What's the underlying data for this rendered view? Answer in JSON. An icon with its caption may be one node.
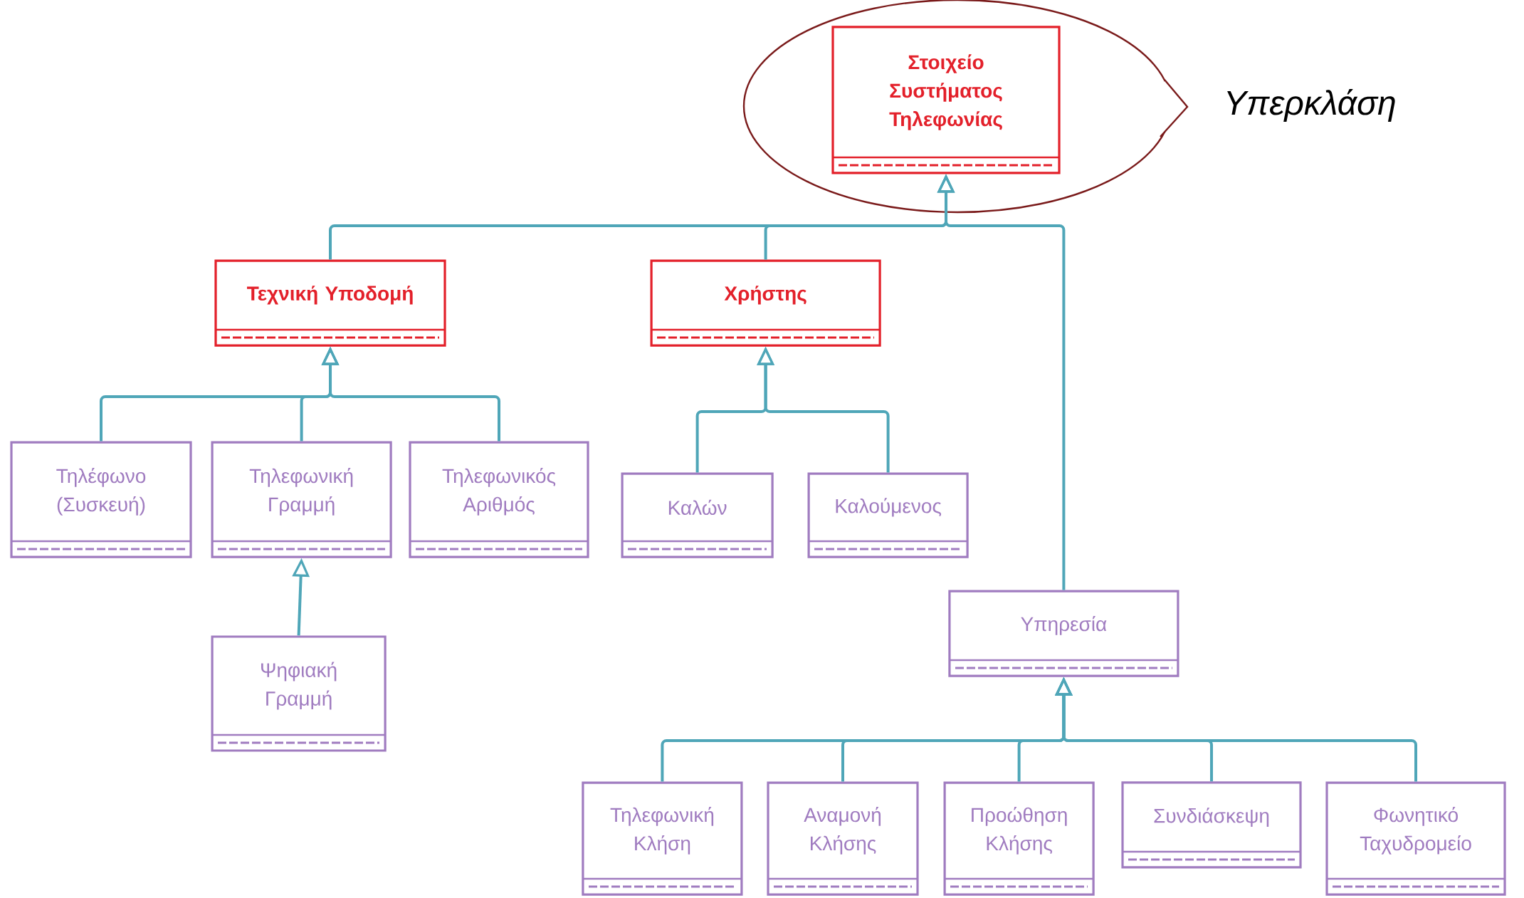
{
  "diagram": {
    "nodes": [
      {
        "text": [
          "Υπερκλάση"
        ]
      },
      {
        "text": [
          "Στοιχείο Συστήματος Τηλεφωνίας"
        ],
        "in": 0
      },
      {
        "text": [
          "Τεχνική Υποδομή"
        ]
      },
      {
        "text": [
          "Χρήστης"
        ]
      },
      {
        "text": [
          "Τηλέφωνο (Συσκευή)"
        ]
      },
      {
        "text": [
          "Τηλεφωνική Γραμμή"
        ]
      },
      {
        "text": [
          "Τηλεφωνικός Αριθμός"
        ]
      },
      {
        "text": [
          "Καλών"
        ]
      },
      {
        "text": [
          "Καλούμενος"
        ]
      },
      {
        "text": [
          "Ψηφιακή Γραμμή"
        ]
      },
      {
        "text": [
          "Υπηρεσία"
        ]
      },
      {
        "text": [
          "Τηλεφωνική Κλήση"
        ]
      },
      {
        "text": [
          "Αναμονή Κλήσης"
        ]
      },
      {
        "text": [
          "Προώθηση Κλήσης"
        ]
      },
      {
        "text": [
          "Συνδιάσκεψη"
        ]
      },
      {
        "text": [
          "Φωνητικό Ταχυδρομείο"
        ]
      }
    ],
    "edges": [
      {
        "from": 2,
        "to": 1,
        "arrow": "to"
      },
      {
        "from": 3,
        "to": 1,
        "arrow": "to"
      },
      {
        "from": 10,
        "to": 1,
        "arrow": "to"
      },
      {
        "from": 4,
        "to": 2,
        "arrow": "to"
      },
      {
        "from": 5,
        "to": 2,
        "arrow": "to"
      },
      {
        "from": 6,
        "to": 2,
        "arrow": "to"
      },
      {
        "from": 7,
        "to": 3,
        "arrow": "to"
      },
      {
        "from": 8,
        "to": 3,
        "arrow": "to"
      },
      {
        "from": 9,
        "to": 5,
        "arrow": "to"
      },
      {
        "from": 11,
        "to": 10,
        "arrow": "to"
      },
      {
        "from": 12,
        "to": 10,
        "arrow": "to"
      },
      {
        "from": 13,
        "to": 10,
        "arrow": "to"
      },
      {
        "from": 14,
        "to": 10,
        "arrow": "to"
      },
      {
        "from": 15,
        "to": 10,
        "arrow": "to"
      }
    ]
  }
}
